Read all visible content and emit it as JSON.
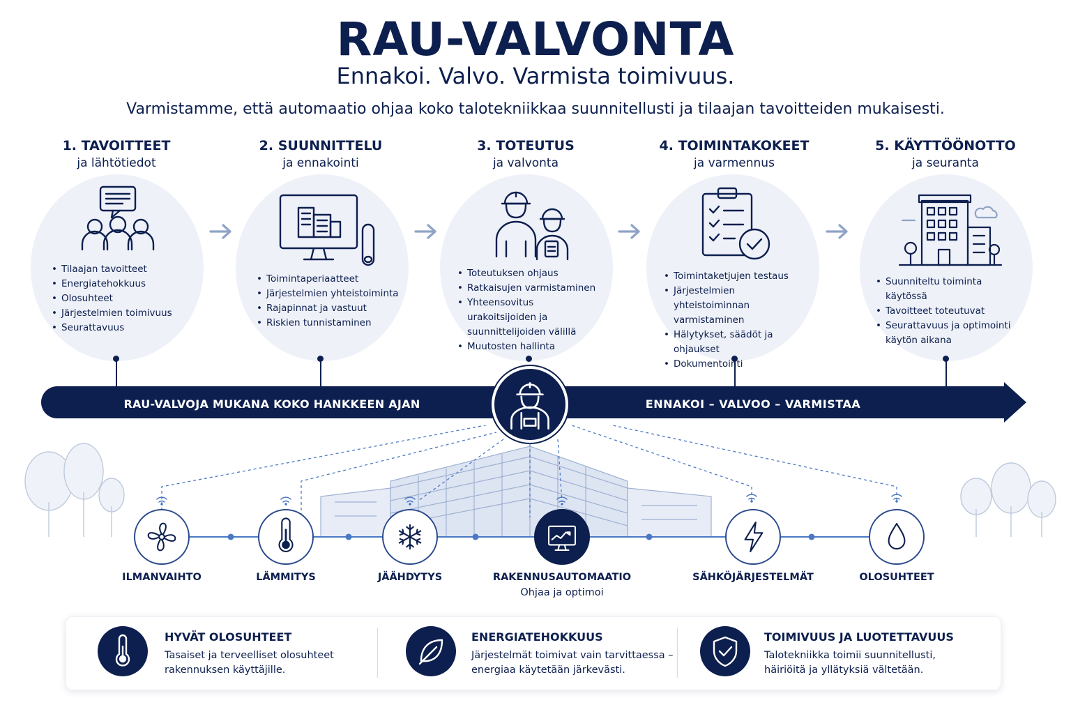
{
  "header": {
    "title": "RAU-VALVONTA",
    "subtitle": "Ennakoi. Valvo. Varmista toimivuus.",
    "intro": "Varmistamme, että automaatio ohjaa koko talotekniikkaa suunnitellusti ja tilaajan tavoitteiden mukaisesti."
  },
  "phases": [
    {
      "title": "1. TAVOITTEET",
      "subtitle": "ja lähtötiedot",
      "icon": "people-chat-icon",
      "items": [
        "Tilaajan tavoitteet",
        "Energiatehokkuus",
        "Olosuhteet",
        "Järjestelmien toimivuus",
        "Seurattavuus"
      ]
    },
    {
      "title": "2. SUUNNITTELU",
      "subtitle": "ja ennakointi",
      "icon": "monitor-blueprint-icon",
      "items": [
        "Toimintaperiaatteet",
        "Järjestelmien yhteistoiminta",
        "Rajapinnat ja vastuut",
        "Riskien tunnistaminen"
      ]
    },
    {
      "title": "3. TOTEUTUS",
      "subtitle": "ja valvonta",
      "icon": "construction-workers-icon",
      "items": [
        "Toteutuksen ohjaus",
        "Ratkaisujen varmistaminen",
        "Yhteensovitus urakoitsijoiden ja suunnittelijoiden välillä",
        "Muutosten hallinta"
      ]
    },
    {
      "title": "4. TOIMINTAKOKEET",
      "subtitle": "ja varmennus",
      "icon": "clipboard-check-icon",
      "items": [
        "Toimintaketjujen testaus",
        "Järjestelmien yhteistoiminnan varmistaminen",
        "Hälytykset, säädöt ja ohjaukset",
        "Dokumentointi"
      ]
    },
    {
      "title": "5. KÄYTTÖÖNOTTO",
      "subtitle": "ja seuranta",
      "icon": "building-icon",
      "items": [
        "Suunniteltu toiminta käytössä",
        "Tavoitteet toteutuvat",
        "Seurattavuus ja optimointi käytön aikana"
      ]
    }
  ],
  "banner": {
    "left": "RAU-VALVOJA MUKANA KOKO HANKKEEN AJAN",
    "right": "ENNAKOI – VALVOO – VARMISTAA",
    "hub_icon": "supervisor-hardhat-icon"
  },
  "systems": [
    {
      "label": "ILMANVAIHTO",
      "sub": "",
      "icon": "fan-icon"
    },
    {
      "label": "LÄMMITYS",
      "sub": "",
      "icon": "thermometer-icon"
    },
    {
      "label": "JÄÄHDYTYS",
      "sub": "",
      "icon": "snowflake-icon"
    },
    {
      "label": "RAKENNUSAUTOMAATIO",
      "sub": "Ohjaa ja optimoi",
      "icon": "monitor-chart-icon"
    },
    {
      "label": "SÄHKÖJÄRJESTELMÄT",
      "sub": "",
      "icon": "lightning-icon"
    },
    {
      "label": "OLOSUHTEET",
      "sub": "",
      "icon": "water-drop-icon"
    }
  ],
  "benefits": [
    {
      "title": "HYVÄT OLOSUHTEET",
      "text": "Tasaiset ja terveelliset olosuhteet rakennuksen käyttäjille.",
      "icon": "thermometer-icon"
    },
    {
      "title": "ENERGIATEHOKKUUS",
      "text": "Järjestelmät toimivat vain tarvittaessa – energiaa käytetään järkevästi.",
      "icon": "leaf-icon"
    },
    {
      "title": "TOIMIVUUS JA LUOTETTAVUUS",
      "text": "Talotekniikka toimii suunnitellusti, häiriöitä ja yllätyksiä vältetään.",
      "icon": "shield-check-icon"
    }
  ],
  "colors": {
    "navy": "#0d1f4e",
    "accent_blue": "#2b4a8c",
    "line_blue": "#4a78c4",
    "circle_bg": "#eef1f8",
    "arrow_gray": "#8fa3c7"
  }
}
